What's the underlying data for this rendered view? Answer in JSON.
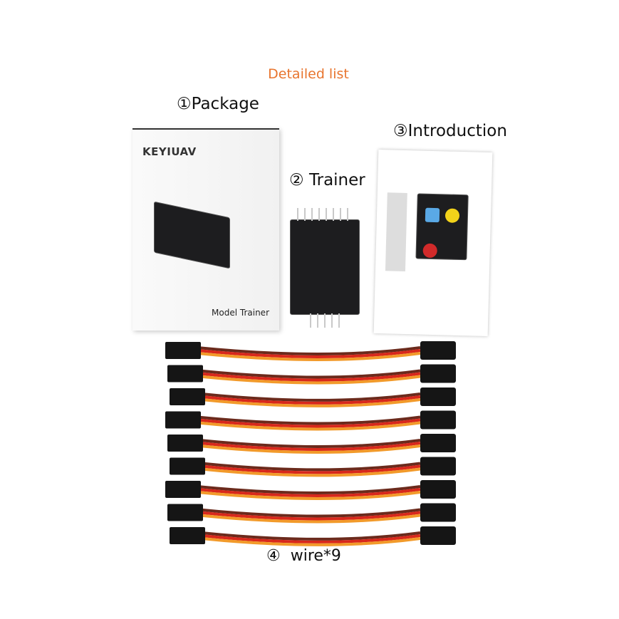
{
  "title": "Detailed list",
  "items": [
    {
      "number": "①",
      "label": "Package"
    },
    {
      "number": "②",
      "label": "Trainer"
    },
    {
      "number": "③",
      "label": "Introduction"
    },
    {
      "number": "④",
      "label": "wire*9"
    }
  ],
  "package": {
    "brand": "KEYIUAV",
    "product": "Model Trainer"
  },
  "colors": {
    "accent": "#e8752f",
    "wire_brown": "#6b2a1c",
    "wire_red": "#d8281c",
    "wire_orange": "#f29a2a"
  }
}
